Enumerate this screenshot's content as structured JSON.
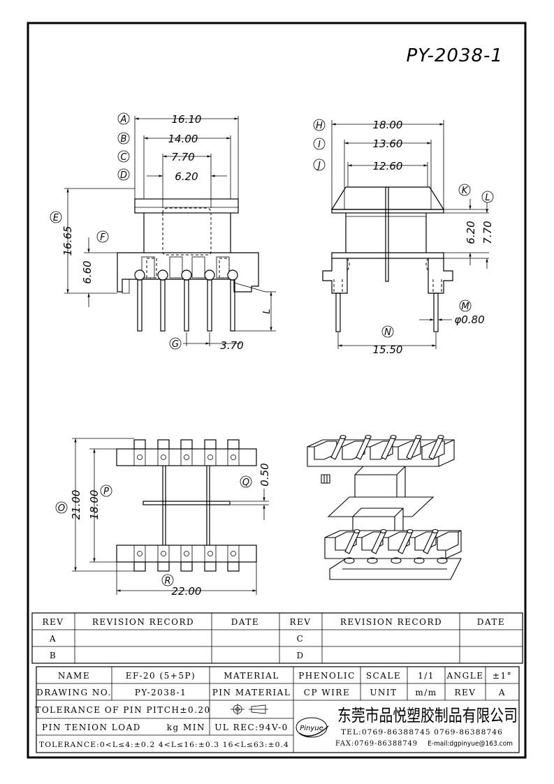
{
  "drawing_id": "PY-2038-1",
  "front_view": {
    "A": {
      "letter": "A",
      "value": "16.10"
    },
    "B": {
      "letter": "B",
      "value": "14.00"
    },
    "C": {
      "letter": "C",
      "value": "7.70"
    },
    "D": {
      "letter": "D",
      "value": "6.20"
    },
    "E": {
      "letter": "E",
      "value": "16.65"
    },
    "F": {
      "letter": "F",
      "value": "6.60"
    },
    "G": {
      "letter": "G",
      "value": "3.70"
    },
    "L": {
      "letter": "L"
    }
  },
  "side_view": {
    "H": {
      "letter": "H",
      "value": "18.00"
    },
    "I": {
      "letter": "I",
      "value": "13.60"
    },
    "J": {
      "letter": "J",
      "value": "12.60"
    },
    "K": {
      "letter": "K",
      "value": "6.20"
    },
    "L": {
      "letter": "L",
      "value": "7.70"
    },
    "M": {
      "letter": "M",
      "value": "φ0.80"
    },
    "N": {
      "letter": "N",
      "value": "15.50"
    }
  },
  "top_view": {
    "O": {
      "letter": "O",
      "value": "21.00"
    },
    "P": {
      "letter": "P",
      "value": "18.00"
    },
    "Q": {
      "letter": "Q",
      "value": "0.50"
    },
    "R": {
      "letter": "R",
      "value": "22.00"
    }
  },
  "revision_table": {
    "headers": [
      "REV",
      "REVISION RECORD",
      "DATE",
      "REV",
      "REVISION RECORD",
      "DATE"
    ],
    "rows": [
      [
        "A",
        "",
        "",
        "C",
        "",
        ""
      ],
      [
        "B",
        "",
        "",
        "D",
        "",
        ""
      ]
    ]
  },
  "title_block": {
    "name_label": "NAME",
    "name_value": "EF-20 (5+5P)",
    "material_label": "MATERIAL",
    "material_value": "PHENOLIC",
    "scale_label": "SCALE",
    "scale_value": "1/1",
    "angle_label": "ANGLE",
    "angle_value": "±1°",
    "drawing_no_label": "DRAWING NO.",
    "drawing_no_value": "PY-2038-1",
    "pin_material_label": "PIN MATERIAL",
    "pin_material_value": "CP WIRE",
    "unit_label": "UNIT",
    "unit_value": "m/m",
    "rev_label": "REV",
    "rev_value": "A",
    "tolerance_pitch": "TOLERANCE OF PIN PITCH±0.20",
    "pin_tension": "PIN TENION LOAD",
    "pin_tension_unit": "kg MIN",
    "ul_rec": "UL REC:94V-0",
    "tolerance_line": "TOLERANCE:0<L≤4:±0.2  4<L≤16:±0.3  16<L≤63:±0.4",
    "company_name": "东莞市品悦塑胶制品有限公司",
    "logo_text": "Pinyue",
    "tel": "TEL:0769-86388745    0769-86388746",
    "fax": "FAX:0769-86388749",
    "email": "E-mail:dgpinyue@163.com"
  }
}
